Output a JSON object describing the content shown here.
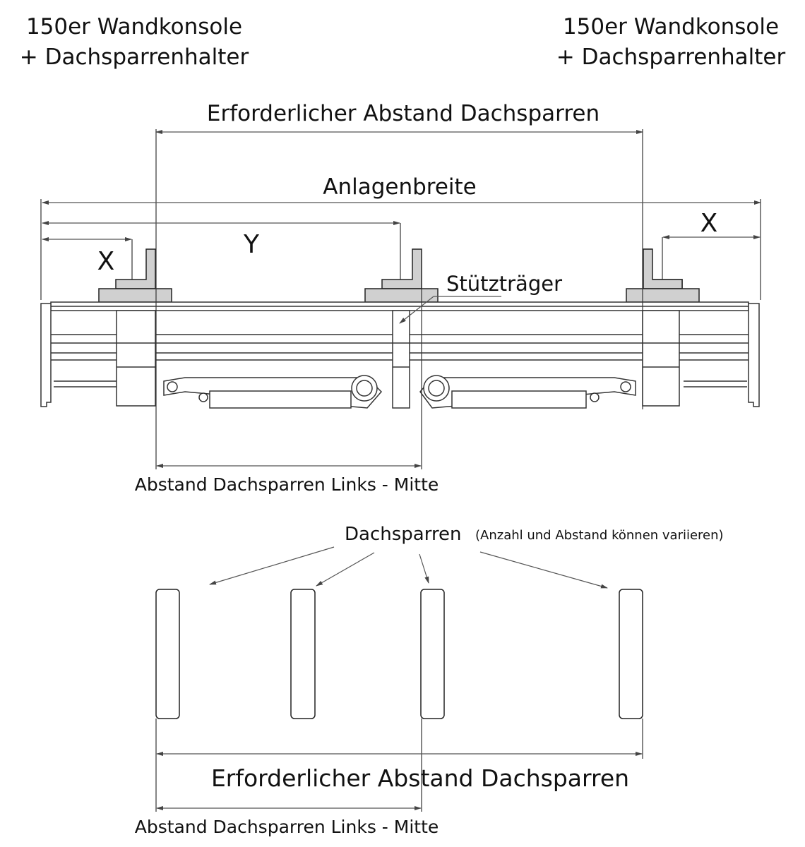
{
  "labels": {
    "bracket_left_line1": "150er Wandkonsole",
    "bracket_left_line2": "+ Dachsparrenhalter",
    "bracket_right_line1": "150er Wandkonsole",
    "bracket_right_line2": "+ Dachsparrenhalter",
    "required_distance_top": "Erforderlicher Abstand Dachsparren",
    "system_width": "Anlagenbreite",
    "dim_y": "Y",
    "dim_x_left": "X",
    "dim_x_right": "X",
    "support_beam": "Stützträger",
    "distance_left_middle_top": "Abstand Dachsparren Links - Mitte",
    "rafters": "Dachsparren",
    "rafters_note": "(Anzahl und Abstand können variieren)",
    "required_distance_bottom": "Erforderlicher Abstand Dachsparren",
    "distance_left_middle_bottom": "Abstand Dachsparren Links - Mitte"
  }
}
